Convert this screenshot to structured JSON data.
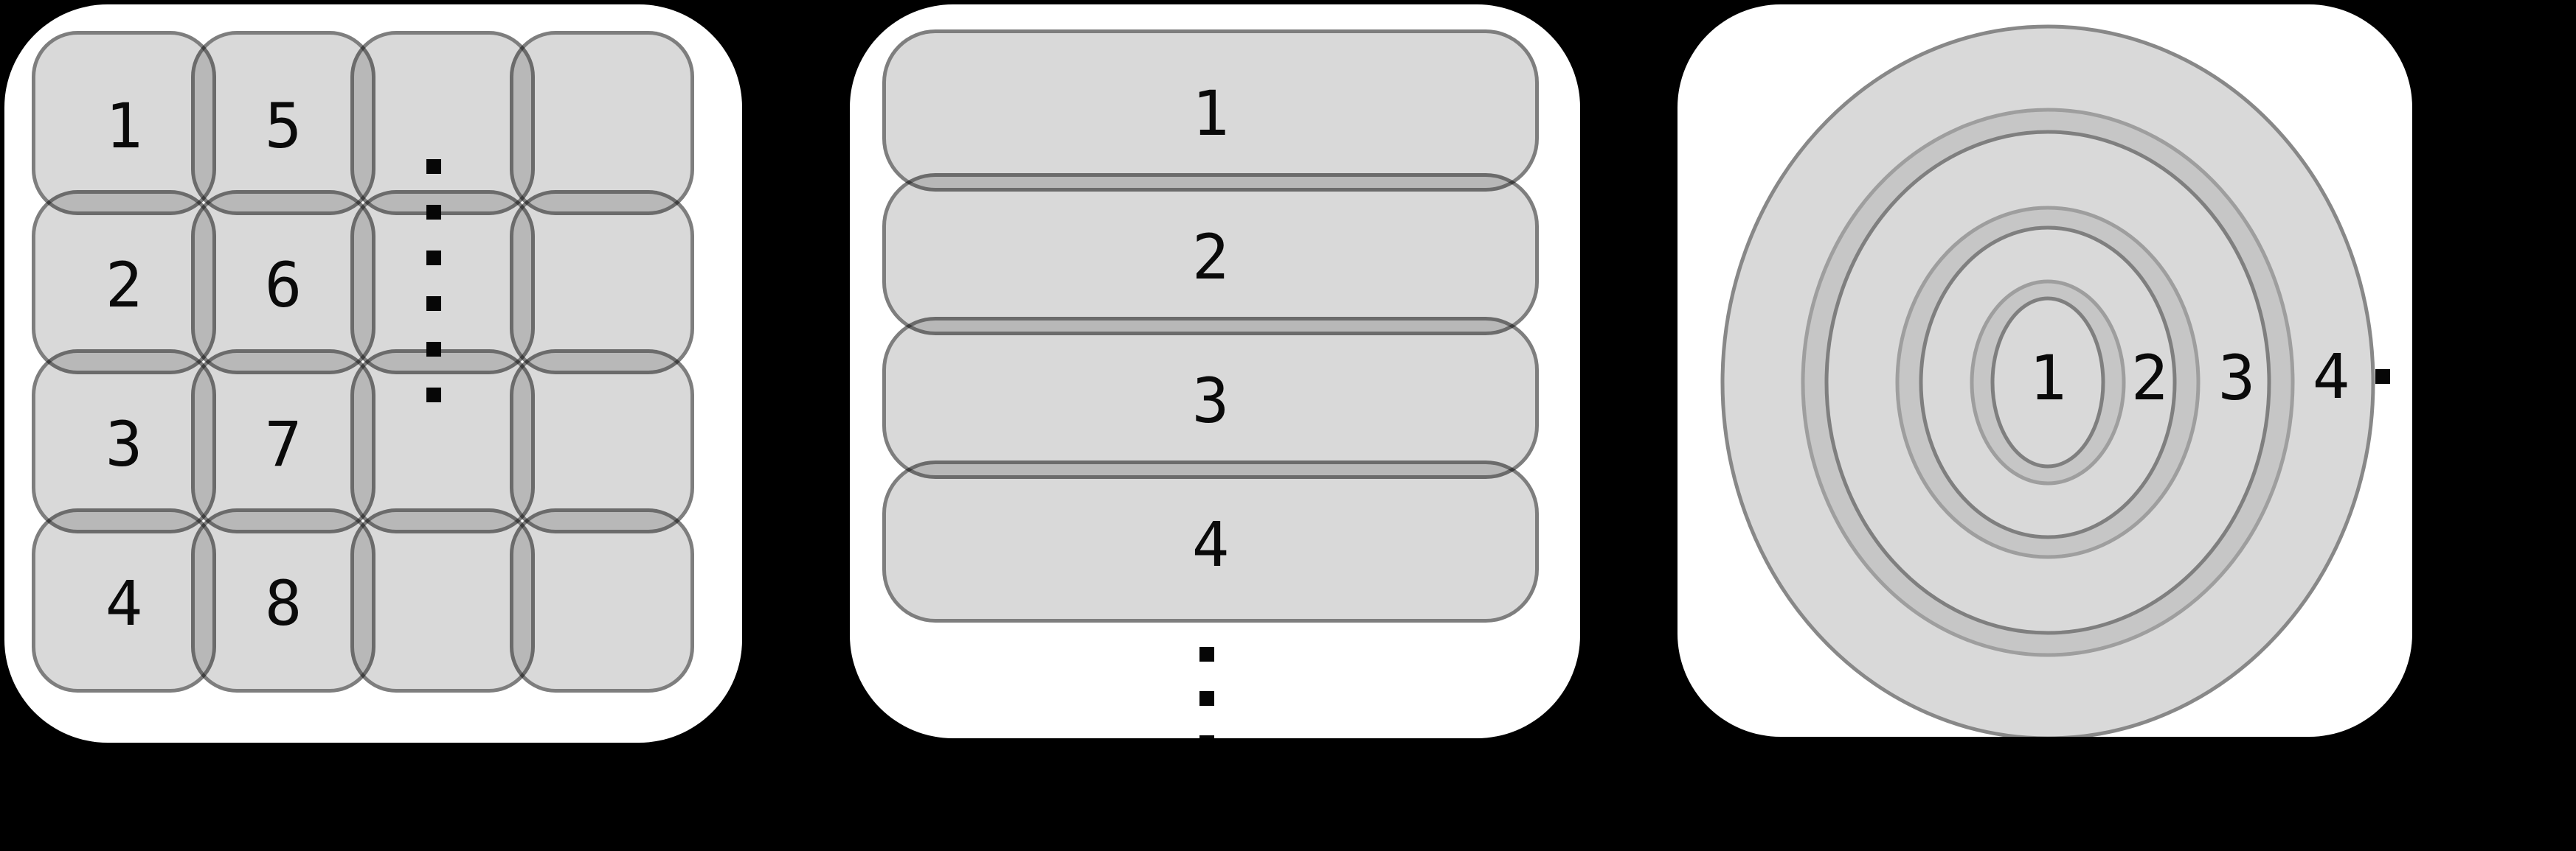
{
  "figure": {
    "description": "Three partitioning diagrams on black background: overlapping grid of rounded squares, stack of horizontal bars, and concentric rings",
    "background_color": "#000000",
    "panel_color": "#ffffff",
    "shape_fill_color": "#d9d9d9",
    "overlap_fill_color": "#b8b8b8",
    "outline_color": "#8c8c8c",
    "label_color": "#000000"
  },
  "grid_panel": {
    "rows": 4,
    "columns": 4,
    "labels": [
      "1",
      "2",
      "3",
      "4",
      "5",
      "6",
      "7",
      "8"
    ],
    "ellipsis": {
      "orientation": "vertical",
      "dot_count": 6,
      "position": "third column"
    }
  },
  "stack_panel": {
    "bars": 4,
    "labels": [
      "1",
      "2",
      "3",
      "4"
    ],
    "ellipsis": {
      "orientation": "vertical",
      "dot_count": 3,
      "position": "below last bar"
    }
  },
  "rings_panel": {
    "regions": 4,
    "labels": [
      "1",
      "2",
      "3",
      "4"
    ],
    "ellipsis": {
      "orientation": "horizontal",
      "dot_count": 1,
      "position": "right of outer ring"
    }
  }
}
